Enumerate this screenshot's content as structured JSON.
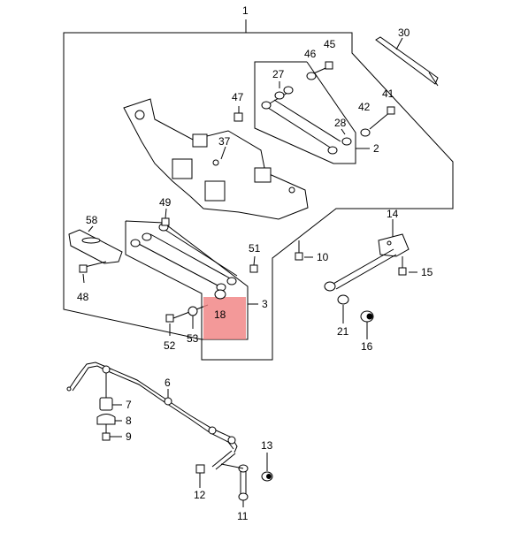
{
  "callouts": {
    "c1": "1",
    "c2": "2",
    "c3": "3",
    "c6": "6",
    "c7": "7",
    "c8": "8",
    "c9": "9",
    "c10": "10",
    "c11": "11",
    "c12": "12",
    "c13": "13",
    "c14": "14",
    "c15": "15",
    "c16": "16",
    "c18": "18",
    "c21": "21",
    "c27": "27",
    "c28": "28",
    "c30": "30",
    "c37": "37",
    "c41": "41",
    "c42": "42",
    "c45": "45",
    "c46": "46",
    "c47": "47",
    "c48": "48",
    "c49": "49",
    "c51": "51",
    "c52": "52",
    "c53": "53",
    "c58": "58"
  },
  "highlight": {
    "target": "18",
    "color": "#f08080"
  }
}
